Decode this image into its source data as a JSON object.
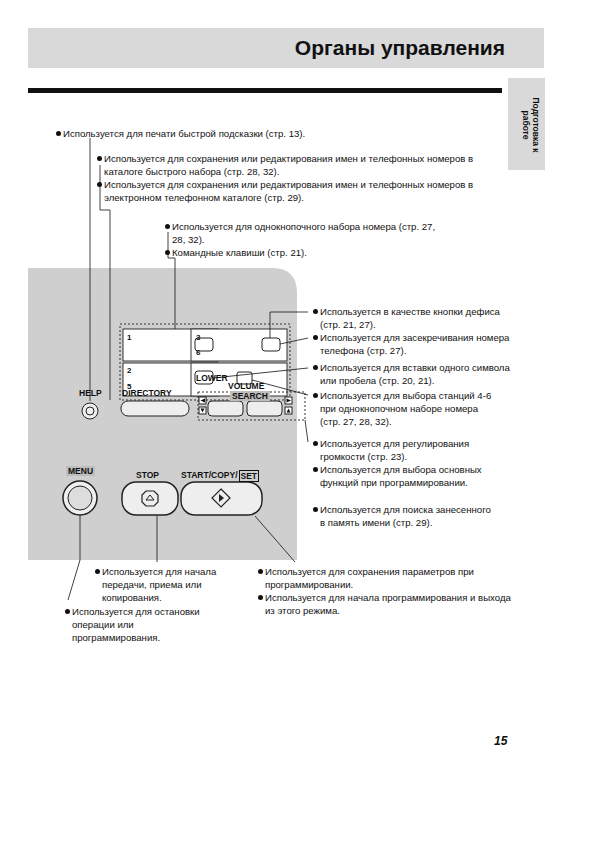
{
  "diagram": {
    "title": "Органы управления",
    "labels": [
      "Используется для печати быстрой подсказки (стр. 13).",
      "Используется для сохранения или редактирования имен и телефонных номеров в каталоге быстрого набора (стр. 28, 32).",
      "Используется для сохранения или редактирования имен и телефонных номеров в электронном телефонном каталоге (стр. 29).",
      "Используется для однокнопочного набора номера (стр. 27, 28, 32).",
      "Командные клавиши (стр. 21).",
      "Используется в качестве кнопки дефиса (стр. 21, 27).",
      "Используется для засекречивания номера телефона (стр. 27).",
      "Используется для вставки одного символа или пробела (стр. 20, 21).",
      "Используется для выбора станций 4-6 при однокнопочном наборе номера (стр. 27, 28, 32).",
      "Используется для регулирования громкости (стр. 23).",
      "Используется для выбора основных функций при программировании.",
      "Используется для поиска занесенного в память имени (стр. 29).",
      "Используется для начала передачи, приема или копирования.",
      "Используется для остановки операции или программирования.",
      "Используется для сохранения параметров при программировании.",
      "Используется для начала программирования и выхода из этого режима.",
      "1",
      "3",
      "6",
      "2",
      "5",
      "LOWER",
      "HELP",
      "DIRECTORY",
      "VOLUME",
      "SEARCH",
      "MENU",
      "STOP",
      "START/COPY/",
      "SET",
      "Подготовка к работе",
      "15"
    ]
  }
}
